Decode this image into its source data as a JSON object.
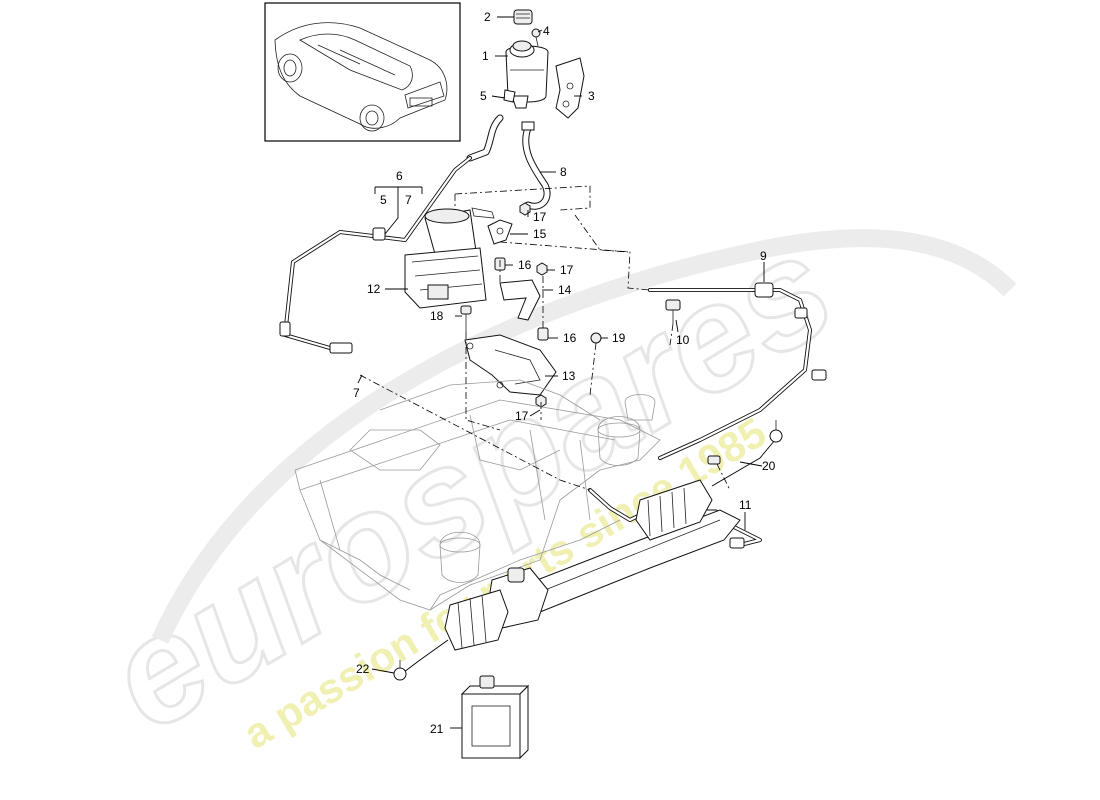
{
  "watermark": {
    "logo_text": "eurospares",
    "tagline": "a passion for parts since 1985"
  },
  "group_label": {
    "top": "6",
    "left": "5",
    "right": "7"
  },
  "callouts": [
    {
      "id": "c1",
      "text": "1"
    },
    {
      "id": "c2",
      "text": "2"
    },
    {
      "id": "c3",
      "text": "3"
    },
    {
      "id": "c4",
      "text": "4"
    },
    {
      "id": "c5",
      "text": "5"
    },
    {
      "id": "c7a",
      "text": "7"
    },
    {
      "id": "c8",
      "text": "8"
    },
    {
      "id": "c9",
      "text": "9"
    },
    {
      "id": "c10",
      "text": "10"
    },
    {
      "id": "c11",
      "text": "11"
    },
    {
      "id": "c12",
      "text": "12"
    },
    {
      "id": "c13",
      "text": "13"
    },
    {
      "id": "c14",
      "text": "14"
    },
    {
      "id": "c15",
      "text": "15"
    },
    {
      "id": "c16a",
      "text": "16"
    },
    {
      "id": "c16b",
      "text": "16"
    },
    {
      "id": "c17a",
      "text": "17"
    },
    {
      "id": "c17b",
      "text": "17"
    },
    {
      "id": "c17c",
      "text": "17"
    },
    {
      "id": "c18",
      "text": "18"
    },
    {
      "id": "c19",
      "text": "19"
    },
    {
      "id": "c20",
      "text": "20"
    },
    {
      "id": "c21",
      "text": "21"
    },
    {
      "id": "c22",
      "text": "22"
    }
  ]
}
